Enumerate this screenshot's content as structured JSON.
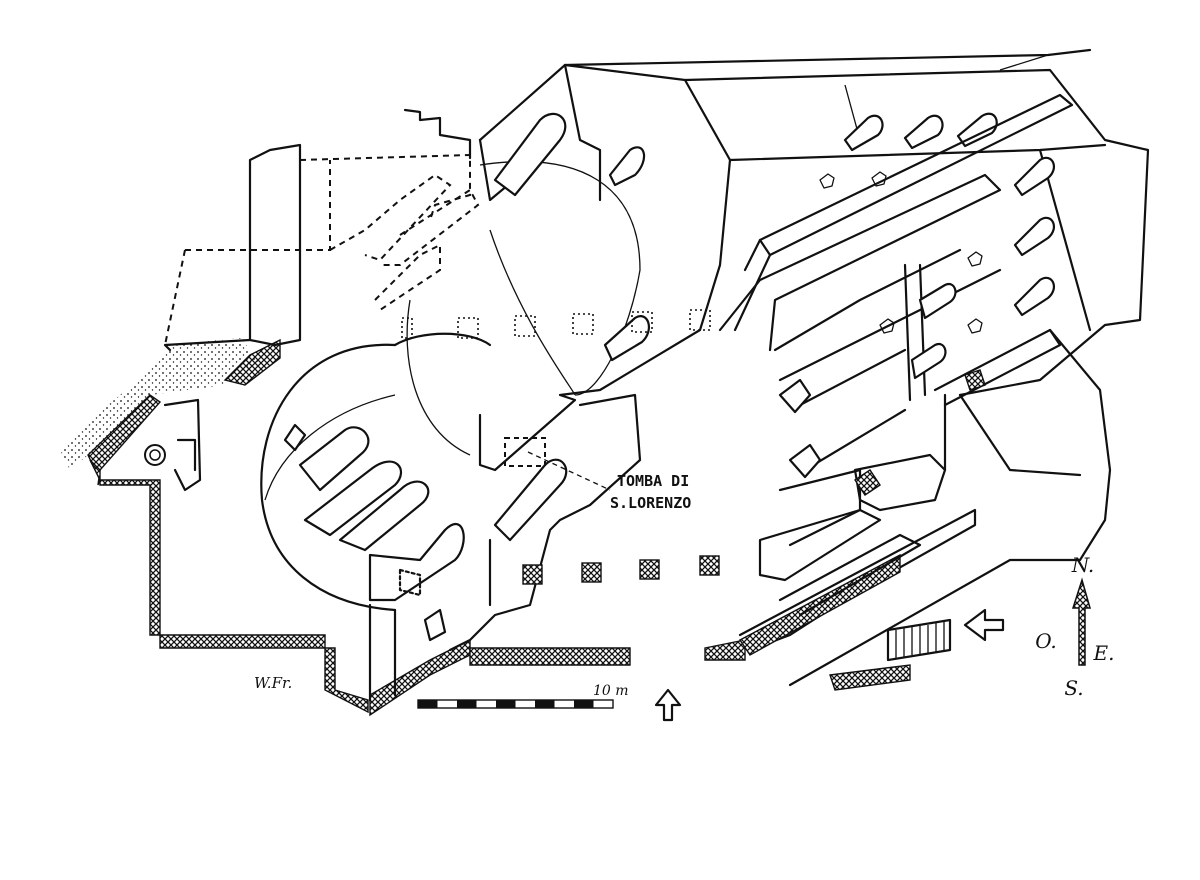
{
  "labels": {
    "tomb_line1": "TOMBA DI",
    "tomb_line2": "S.LORENZO",
    "scale": "10 m",
    "signature": "W.Fr.",
    "compass_n": "N.",
    "compass_o": "O.",
    "compass_e": "E.",
    "compass_s": "S."
  }
}
